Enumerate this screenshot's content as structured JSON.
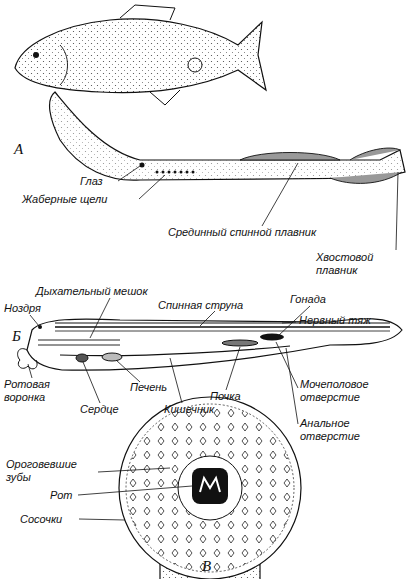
{
  "diagram": {
    "labels": [
      "А",
      "Глаз",
      "Жаберные щели",
      "Срединный спинной плавник",
      "Хвостовой плавник",
      "Дыхательный мешок",
      "Ноздря",
      "Спинная струна",
      "Гонада",
      "Нервный тяж",
      "Б",
      "Ротовая воронка",
      "Печень",
      "Почка",
      "Мочеполовое отверстие",
      "Сердце",
      "Кишечник",
      "Анальное отверстие",
      "Ороговевшие зубы",
      "Рот",
      "Сосочки",
      "В"
    ]
  }
}
